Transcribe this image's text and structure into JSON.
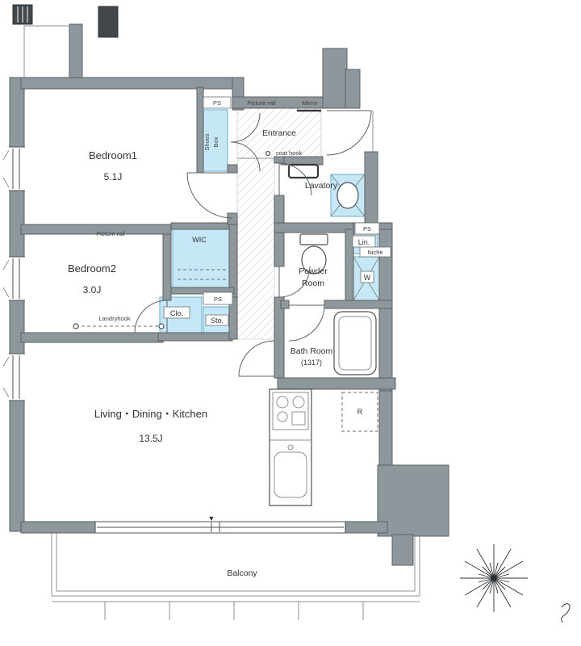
{
  "rooms": {
    "bedroom1": {
      "label": "Bedroom1",
      "size": "5.1J"
    },
    "bedroom2": {
      "label": "Bedroom2",
      "size": "3.0J"
    },
    "ldk": {
      "label": "Living・Dining・Kitchen",
      "size": "13.5J"
    },
    "entrance": {
      "label": "Entrance"
    },
    "lavatory": {
      "label": "Lavatory"
    },
    "powder": {
      "line1": "Powder",
      "line2": "Room"
    },
    "bath": {
      "label": "Bath Room",
      "size": "(1317)"
    },
    "balcony": {
      "label": "Balcony"
    },
    "wic": {
      "label": "WIC"
    }
  },
  "fixtures": {
    "shoes_box_line1": "Shoes",
    "shoes_box_line2": "Box",
    "closet": "Clo.",
    "storage": "Sto.",
    "linen": "Lin.",
    "washer": "W",
    "fridge": "R",
    "niche": "Niche"
  },
  "annotations": {
    "ps": "PS",
    "picture_rail": "Picture rail",
    "mirror": "Mirror",
    "coat_hook": "coat hook",
    "laundry_hook": "Landryhook",
    "entry_marker": "▼"
  },
  "colors": {
    "wall": "#8e979b",
    "fixture_blue": "#c6e7f6",
    "outline": "#4a5053"
  }
}
